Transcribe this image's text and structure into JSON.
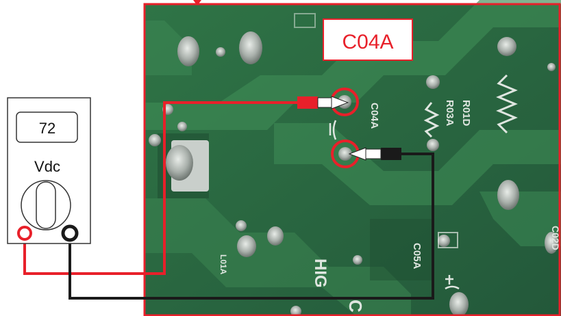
{
  "meter": {
    "reading": "72",
    "unit": "Vdc"
  },
  "callout": {
    "label": "C04A"
  },
  "board_silkscreen": {
    "c04a": "C04A",
    "r03a": "R03A",
    "r01d": "R01D",
    "c05a": "C05A",
    "l01a": "L01A",
    "hig": "HIG",
    "c02d": "C02D",
    "c": "C"
  },
  "colors": {
    "probe_positive": "#e8202a",
    "probe_negative": "#1a1a1a",
    "board_green": "#2c6b3e",
    "callout_border": "#e8202a",
    "callout_text": "#e8202a"
  }
}
